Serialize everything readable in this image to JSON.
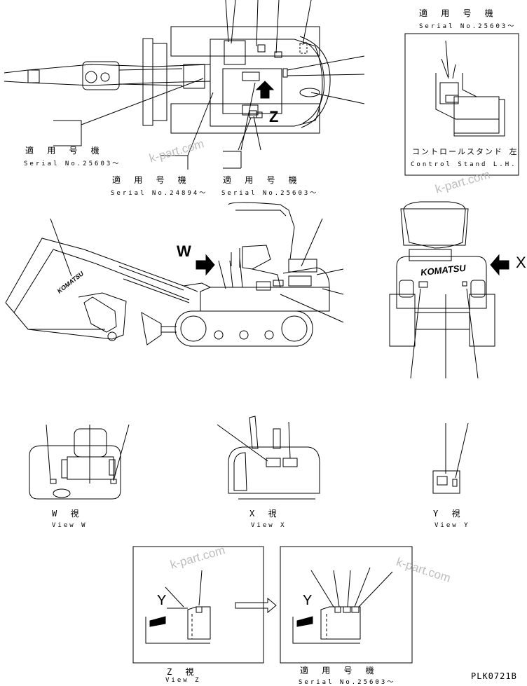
{
  "watermark": "k-part.com",
  "doc_code": "PLK0721B",
  "applicable_jp": "適 用 号 機",
  "serials": {
    "s25603": "Serial No.25603〜",
    "s24894": "Serial No.24894〜"
  },
  "control_stand": {
    "jp": "コントロールスタンド 左",
    "en": "Control Stand L.H."
  },
  "brand_text": "KOMATSU",
  "arrow_letters": {
    "w": "W",
    "x": "X",
    "y": "Y",
    "z": "Z"
  },
  "views": {
    "w": {
      "jp": "W 視",
      "en": "View W"
    },
    "x": {
      "jp": "X 視",
      "en": "View X"
    },
    "y": {
      "jp": "Y 視",
      "en": "View Y"
    },
    "z": {
      "jp": "Z 視",
      "en": "View Z"
    }
  }
}
